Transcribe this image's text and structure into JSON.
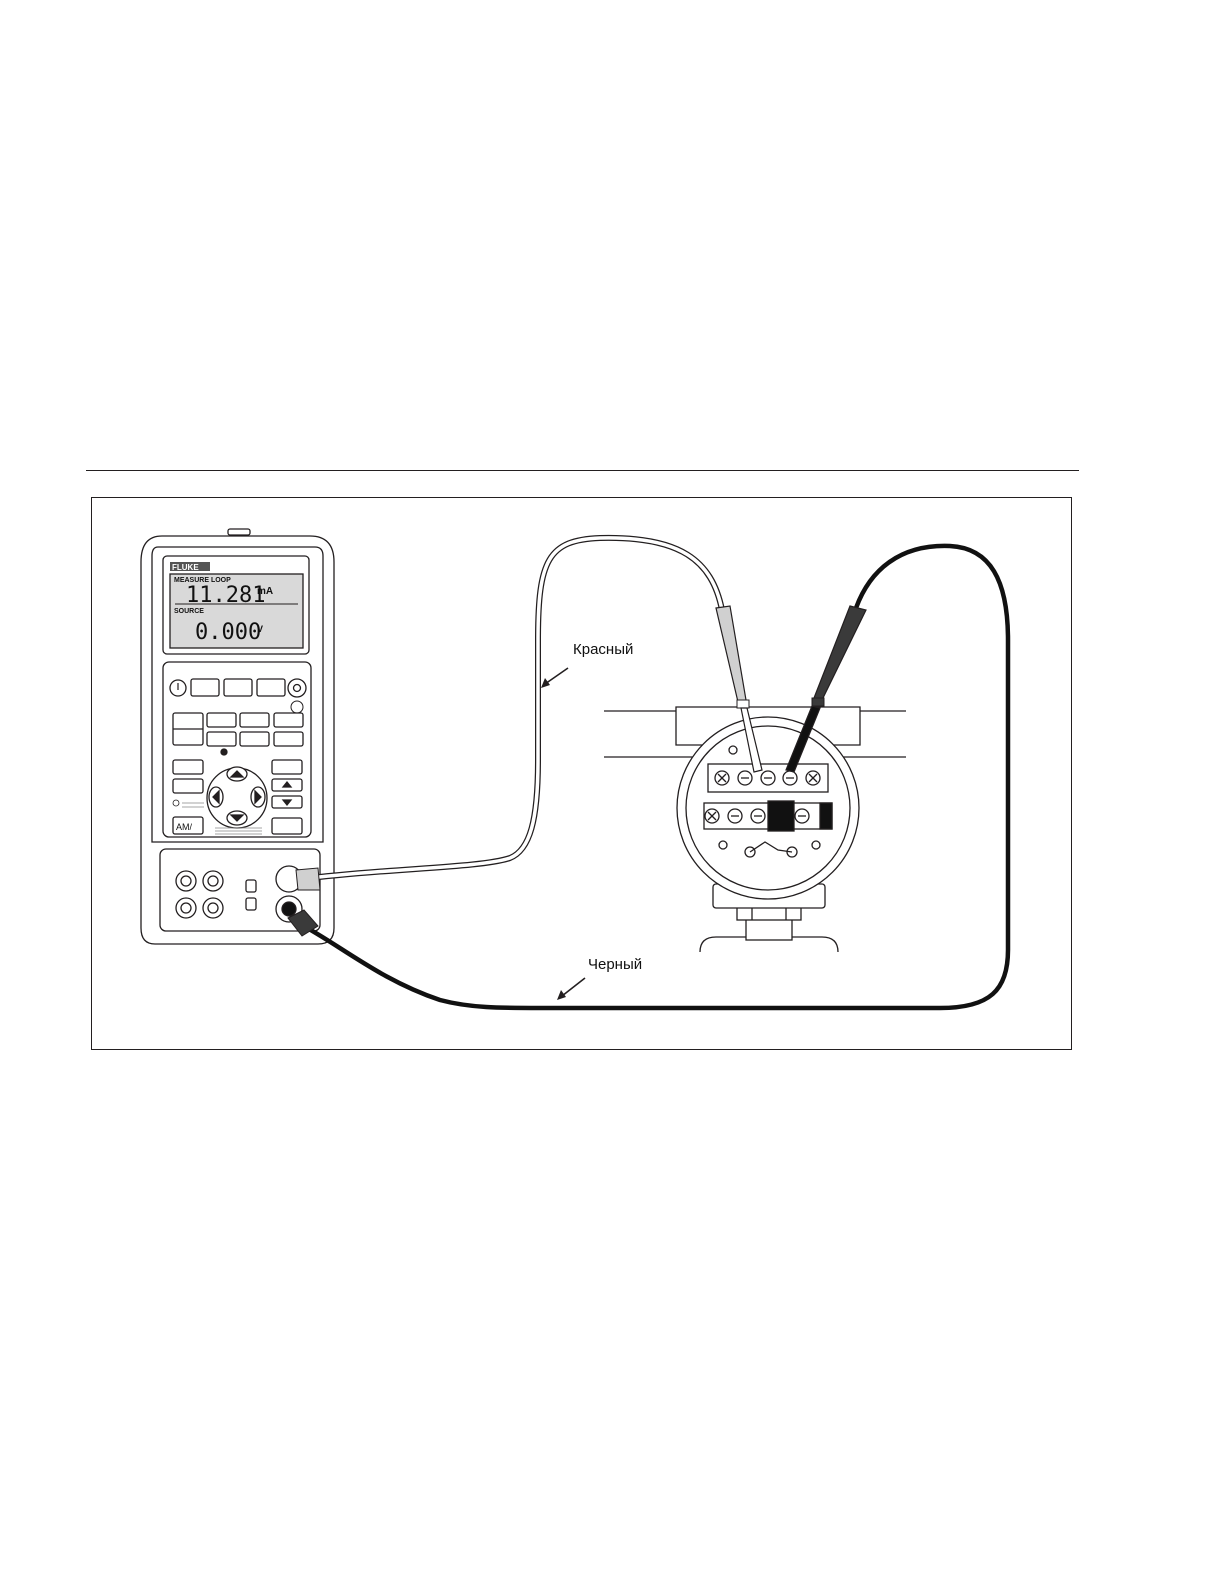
{
  "device": {
    "brand": "FLUKE",
    "display": {
      "measure_label": "MEASURE LOOP",
      "measure_value": "11.281",
      "measure_unit": "mA",
      "source_label": "SOURCE",
      "source_value": "0.000",
      "source_unit": "V"
    },
    "range_key_label": "AM/"
  },
  "callouts": {
    "red_lead": "Красный",
    "black_lead": "Черный"
  },
  "colors": {
    "line": "#231f20",
    "red_lead": "#9a9a9a",
    "black_lead": "#111111",
    "lcd_bg": "#d9d9d9"
  }
}
